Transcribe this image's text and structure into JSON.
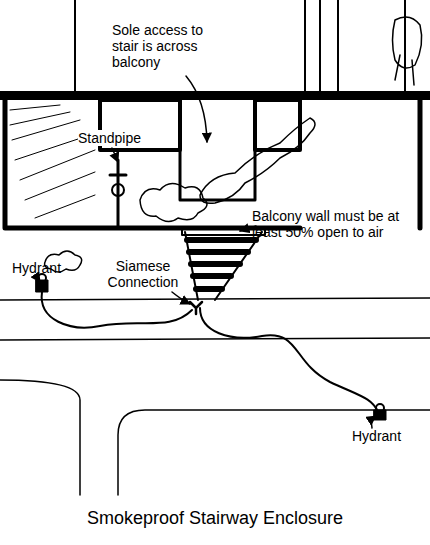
{
  "diagram": {
    "caption": "Smokeproof Stairway Enclosure",
    "labels": [
      "Sole access to stair is across balcony",
      "Standpipe",
      "Balcony wall must be at least 50% open to air",
      "Hydrant",
      "Siamese Connection",
      "Hydrant"
    ]
  }
}
